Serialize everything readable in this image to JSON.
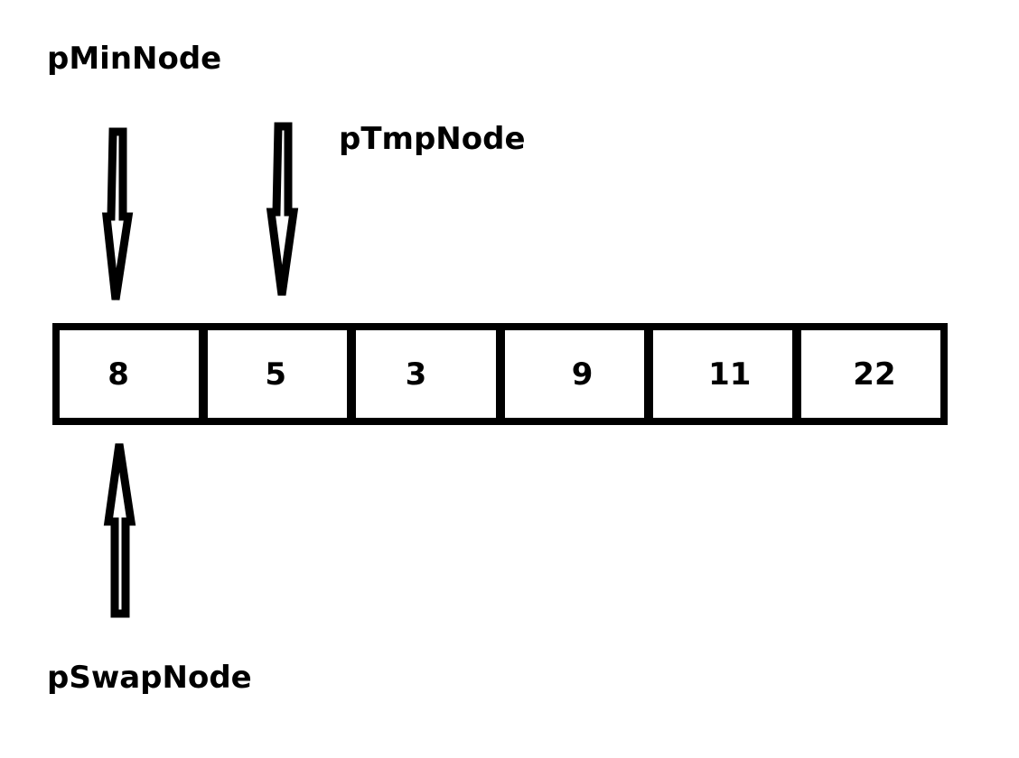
{
  "pointers": {
    "min_node": "pMinNode",
    "tmp_node": "pTmpNode",
    "swap_node": "pSwapNode"
  },
  "array": {
    "values": [
      "8",
      "5",
      "3",
      "9",
      "11",
      "22"
    ]
  }
}
